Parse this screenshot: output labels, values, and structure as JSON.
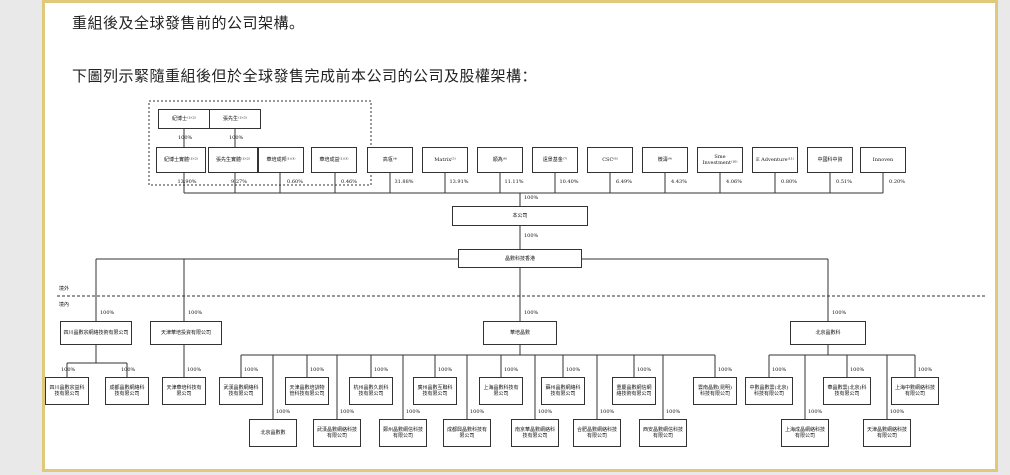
{
  "headings": {
    "line1": "重組後及全球發售前的公司架構。",
    "line2": "下圖列示緊隨重組後但於全球發售完成前本公司的公司及股權架構："
  },
  "persons": {
    "ji": "紀博士⁽¹⁾⁽²⁾",
    "zhang": "張先生⁽¹⁾⁽²⁾",
    "ji_pct": "100%",
    "zhang_pct": "100%"
  },
  "shareholders": [
    {
      "name": "紀博士實體⁽¹⁾⁽²⁾",
      "pct": "13.90%"
    },
    {
      "name": "張先生實體⁽¹⁾⁽²⁾",
      "pct": "9.27%"
    },
    {
      "name": "華培成邦⁽¹⁾⁽³⁾",
      "pct": "0.60%"
    },
    {
      "name": "華培成益⁽¹⁾⁽³⁾",
      "pct": "0.46%"
    },
    {
      "name": "高瓴⁽⁴⁾",
      "pct": "31.88%"
    },
    {
      "name": "Matrix⁽⁵⁾",
      "pct": "13.91%"
    },
    {
      "name": "順為⁽⁶⁾",
      "pct": "11.11%"
    },
    {
      "name": "遠景基金⁽⁷⁾",
      "pct": "10.40%"
    },
    {
      "name": "CSC⁽⁸⁾",
      "pct": "6.49%"
    },
    {
      "name": "微濤⁽⁹⁾",
      "pct": "4.43%"
    },
    {
      "name": "Sme Investment⁽¹⁰⁾",
      "pct": "4.06%"
    },
    {
      "name": "E Adventure⁽¹¹⁾",
      "pct": "0.80%"
    },
    {
      "name": "中國科中資",
      "pct": "0.51%"
    },
    {
      "name": "Innoven",
      "pct": "0.20%"
    }
  ],
  "company": {
    "name": "本公司",
    "pct": "100%"
  },
  "hk": {
    "name": "晶數科技香港",
    "pct": "100%"
  },
  "regions": {
    "offshore": "境外",
    "onshore": "境內"
  },
  "l2": [
    {
      "name": "四川晶數宗網絡技術有限公司",
      "pct": "100%"
    },
    {
      "name": "天津華培投資有限公司",
      "pct": "100%"
    },
    {
      "name": "華培晶數",
      "pct": "100%"
    },
    {
      "name": "北京晶數科",
      "pct": "100%"
    }
  ],
  "l3": [
    {
      "name": "四川晶數宗益科技有限公司",
      "pct": "100%"
    },
    {
      "name": "成都晶數網絡科技有限公司",
      "pct": "100%"
    },
    {
      "name": "天津華培科技有限公司",
      "pct": "100%"
    },
    {
      "name": "武漢晶數網絡科技有限公司",
      "pct": "100%"
    },
    {
      "name": "天津晶數培訓物管科技有限公司",
      "pct": "100%"
    },
    {
      "name": "杭州晶數久創科技有限公司",
      "pct": "100%"
    },
    {
      "name": "廣州晶數互聯科技有限公司",
      "pct": "100%"
    },
    {
      "name": "上海晶數科技有限公司",
      "pct": "100%"
    },
    {
      "name": "蘇州晶數網絡科技有限公司",
      "pct": "100%"
    },
    {
      "name": "重慶晶數網信網絡技術有限公司",
      "pct": "100%"
    },
    {
      "name": "雲南晶數(昆明)科技有限公司",
      "pct": "100%"
    },
    {
      "name": "中數晶數雲(北京)科技有限公司",
      "pct": "100%"
    },
    {
      "name": "華晶數雲(北京)科技有限公司",
      "pct": "100%"
    },
    {
      "name": "上海中數網絡科技有限公司",
      "pct": "100%"
    }
  ],
  "l4": [
    {
      "name": "北京晶數數",
      "pct": "100%"
    },
    {
      "name": "武漢晶數網絡科技有限公司",
      "pct": "100%"
    },
    {
      "name": "鄭州晶數網信科技有限公司",
      "pct": "100%"
    },
    {
      "name": "成都興晶數科技有限公司",
      "pct": "100%"
    },
    {
      "name": "南京華晶數網絡科技有限公司",
      "pct": "100%"
    },
    {
      "name": "合肥晶數網絡科技有限公司",
      "pct": "100%"
    },
    {
      "name": "西安晶數網信科技有限公司",
      "pct": "100%"
    },
    {
      "name": "上海成晶網絡科技有限公司",
      "pct": "100%"
    },
    {
      "name": "天津晶數網絡科技有限公司",
      "pct": "100%"
    }
  ]
}
